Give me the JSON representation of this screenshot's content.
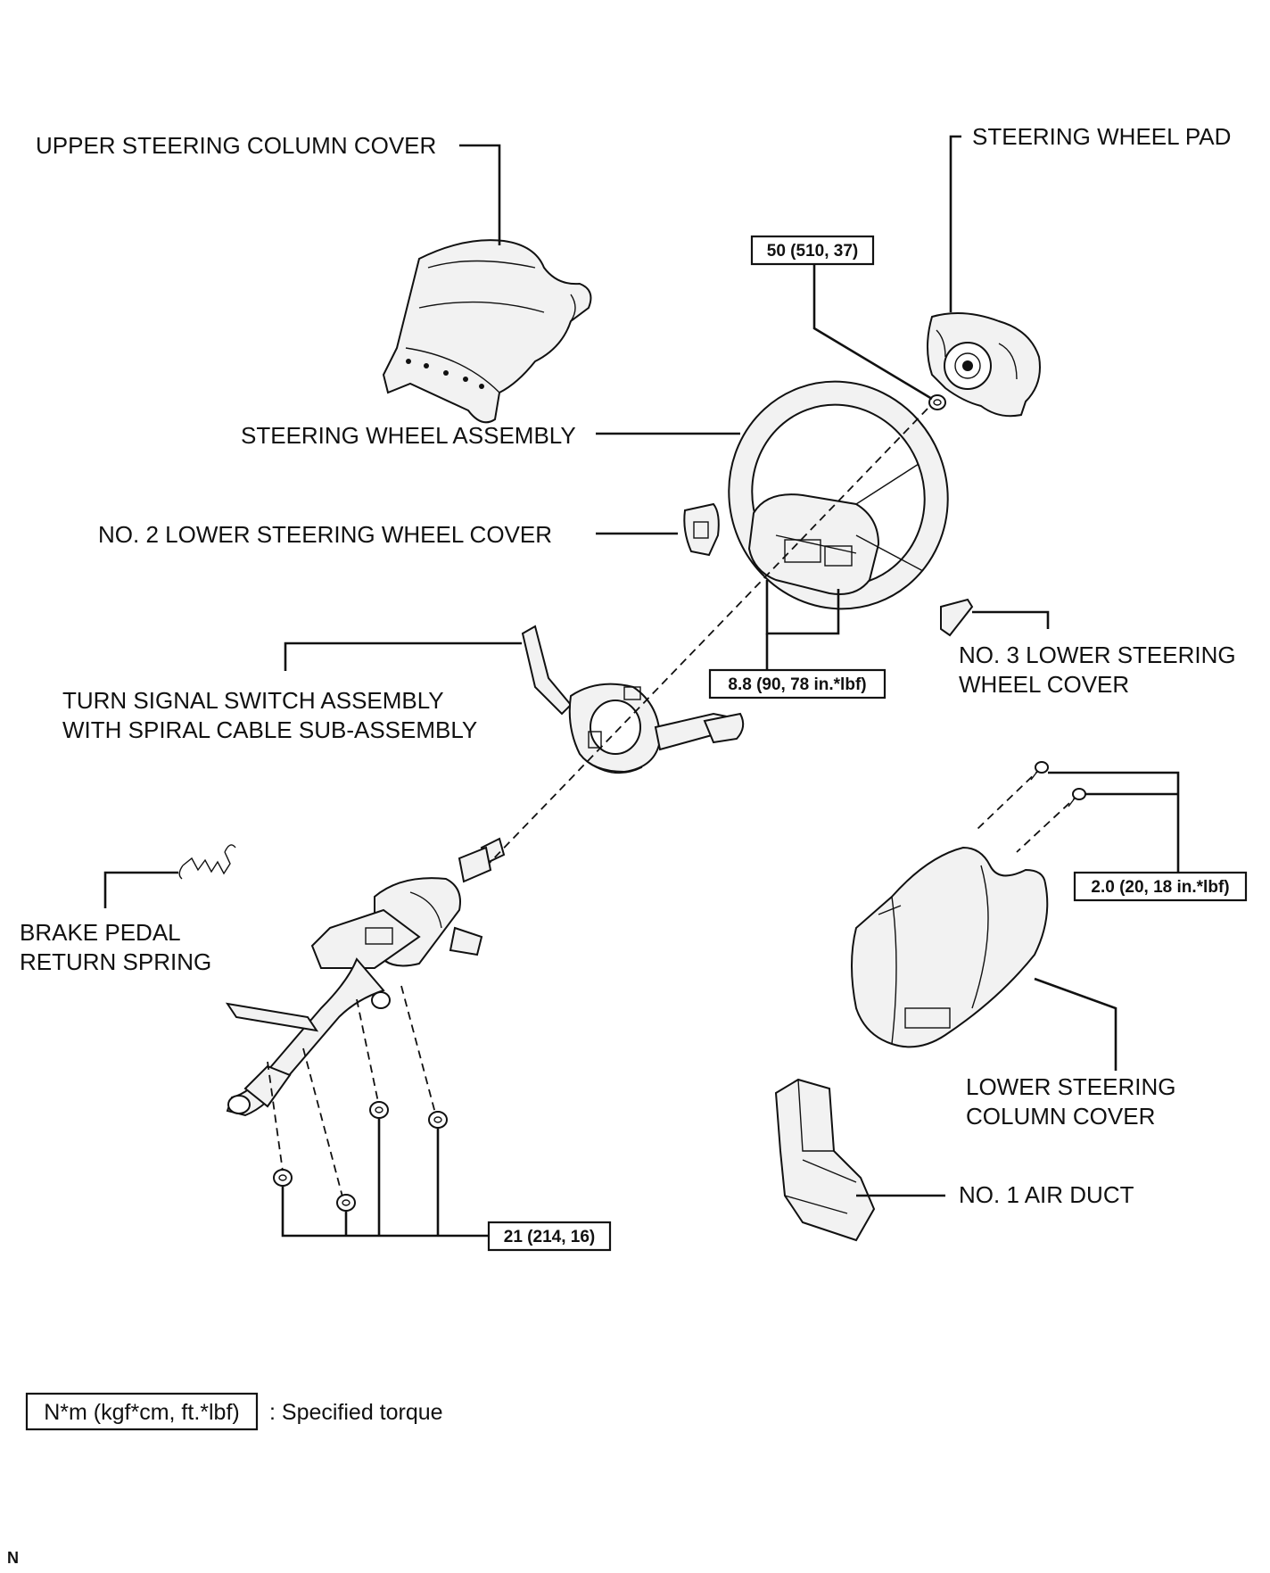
{
  "labels": {
    "upper_cover": "UPPER STEERING COLUMN COVER",
    "wheel_pad": "STEERING WHEEL PAD",
    "wheel_assembly": "STEERING WHEEL ASSEMBLY",
    "no2_cover": "NO. 2 LOWER STEERING WHEEL COVER",
    "no3_cover_line1": "NO. 3 LOWER STEERING",
    "no3_cover_line2": "WHEEL COVER",
    "turn_signal_line1": "TURN SIGNAL SWITCH ASSEMBLY",
    "turn_signal_line2": "WITH SPIRAL CABLE SUB-ASSEMBLY",
    "brake_spring_line1": "BRAKE PEDAL",
    "brake_spring_line2": "RETURN SPRING",
    "lower_cover_line1": "LOWER STEERING",
    "lower_cover_line2": "COLUMN COVER",
    "air_duct": "NO. 1 AIR DUCT"
  },
  "torques": {
    "wheel_nut": "50 (510, 37)",
    "wheel_screws": "8.8 (90, 78 in.*lbf)",
    "lower_cover_screws": "2.0 (20, 18 in.*lbf)",
    "column_nuts": "21 (214, 16)"
  },
  "legend": {
    "unit_box": "N*m (kgf*cm, ft.*lbf)",
    "meaning": ": Specified torque"
  },
  "corner_mark": "N"
}
